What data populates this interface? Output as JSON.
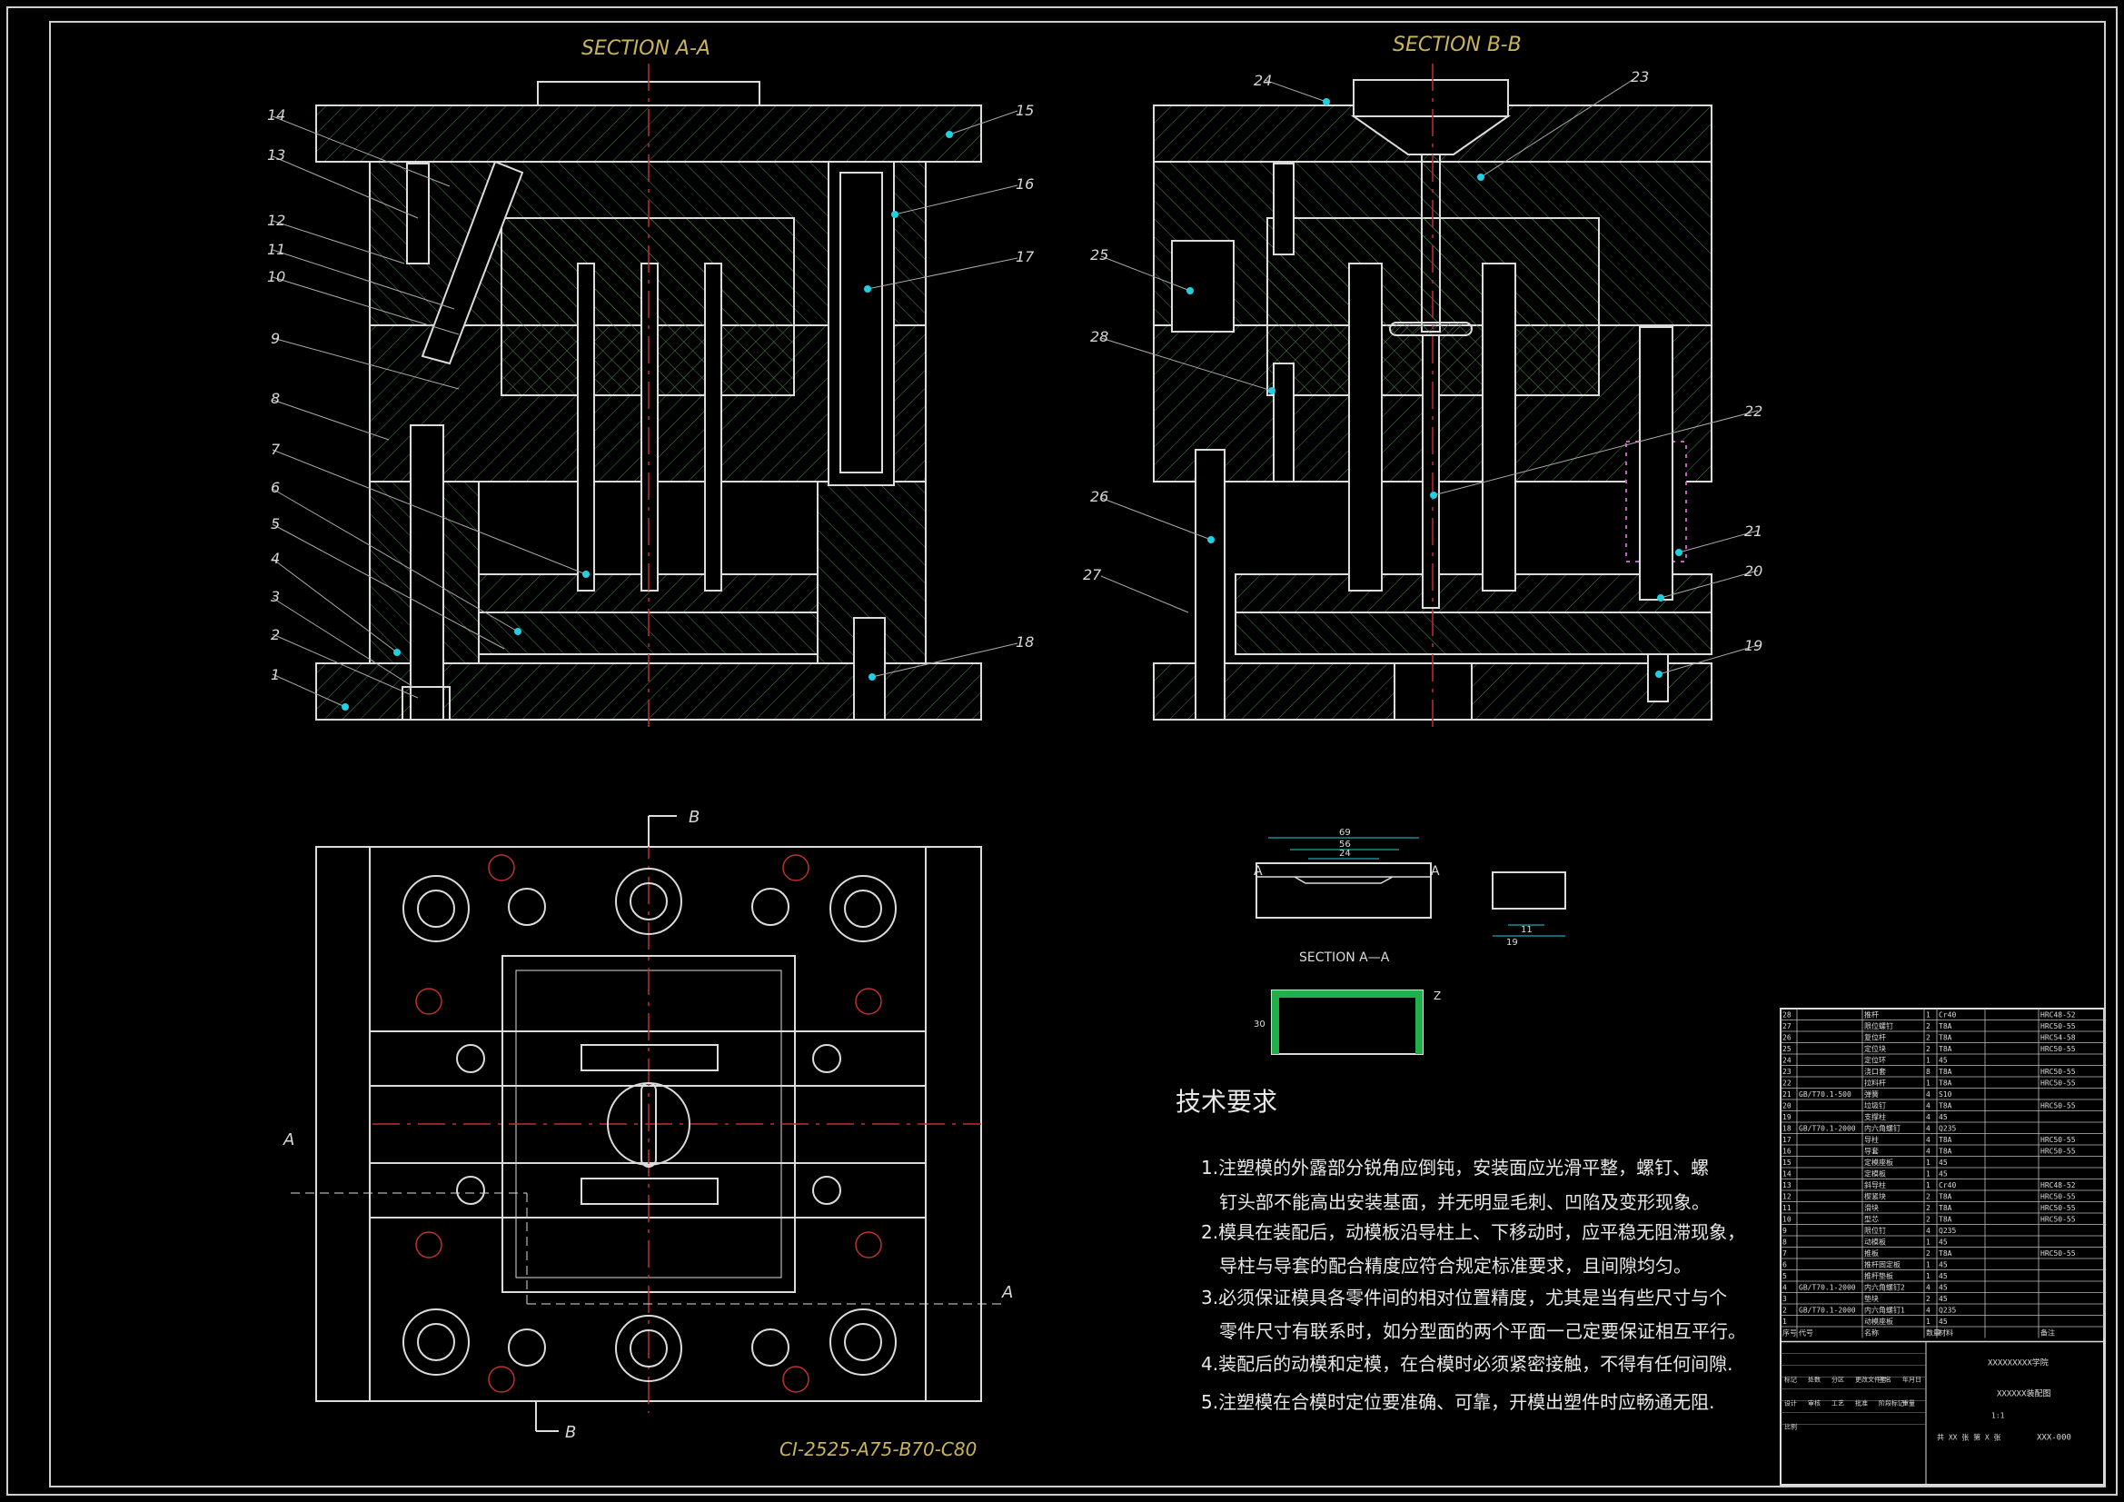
{
  "sections": {
    "section_aa_title": "SECTION A-A",
    "section_bb_title": "SECTION B-B",
    "part_section_title": "SECTION A—A",
    "mold_base_code": "CI-2525-A75-B70-C80"
  },
  "leaders_left": [
    "1",
    "2",
    "3",
    "4",
    "5",
    "6",
    "7",
    "8",
    "9",
    "10",
    "11",
    "12",
    "13",
    "14",
    "15",
    "16",
    "17",
    "18"
  ],
  "leaders_right": [
    "19",
    "20",
    "21",
    "22",
    "23",
    "24",
    "25",
    "26",
    "27",
    "28"
  ],
  "cut_markers": {
    "a_left": "A",
    "a_right": "A",
    "b_top": "B",
    "b_bottom": "B"
  },
  "part_views": {
    "dim_top_overall": "69",
    "dim_top_mid": "56",
    "dim_top_inner": "24",
    "dim_side_width": "19",
    "dim_side_inner": "11",
    "dim_bottom_height": "30",
    "marker_a1": "A",
    "marker_a2": "A",
    "marker_z": "Z"
  },
  "requirements": {
    "heading": "技术要求",
    "items": [
      "1.注塑模的外露部分锐角应倒钝，安装面应光滑平整，螺钉、螺",
      "钉头部不能高出安装基面，并无明显毛刺、凹陷及变形现象。",
      "2.模具在装配后，动模板沿导柱上、下移动时，应平稳无阻滞现象，",
      "导柱与导套的配合精度应符合规定标准要求，且间隙均匀。",
      "3.必须保证模具各零件间的相对位置精度，尤其是当有些尺寸与个",
      "零件尺寸有联系时，如分型面的两个平面一己定要保证相互平行。",
      "4.装配后的动模和定模，在合模时必须紧密接触，不得有任何间隙.",
      "5.注塑模在合模时定位要准确、可靠，开模出塑件时应畅通无阻."
    ]
  },
  "bom": {
    "rows": [
      {
        "no": "28",
        "std": "",
        "name": "推杆",
        "qty": "1",
        "mat": "Cr40",
        "note": "HRC48-52"
      },
      {
        "no": "27",
        "std": "",
        "name": "限位螺钉",
        "qty": "2",
        "mat": "T8A",
        "note": "HRC50-55"
      },
      {
        "no": "26",
        "std": "",
        "name": "复位杆",
        "qty": "2",
        "mat": "T8A",
        "note": "HRC54-58"
      },
      {
        "no": "25",
        "std": "",
        "name": "定位块",
        "qty": "2",
        "mat": "T8A",
        "note": "HRC50-55"
      },
      {
        "no": "24",
        "std": "",
        "name": "定位环",
        "qty": "1",
        "mat": "45",
        "note": ""
      },
      {
        "no": "23",
        "std": "",
        "name": "浇口套",
        "qty": "8",
        "mat": "T8A",
        "note": "HRC50-55"
      },
      {
        "no": "22",
        "std": "",
        "name": "拉料杆",
        "qty": "1",
        "mat": "T8A",
        "note": "HRC50-55"
      },
      {
        "no": "21",
        "std": "GB/T70.1-500",
        "name": "弹簧",
        "qty": "4",
        "mat": "S10",
        "note": ""
      },
      {
        "no": "20",
        "std": "",
        "name": "垃圾钉",
        "qty": "4",
        "mat": "T8A",
        "note": "HRC50-55"
      },
      {
        "no": "19",
        "std": "",
        "name": "支撑柱",
        "qty": "4",
        "mat": "45",
        "note": ""
      },
      {
        "no": "18",
        "std": "GB/T70.1-2000",
        "name": "内六角螺钉",
        "qty": "4",
        "mat": "Q235",
        "note": ""
      },
      {
        "no": "17",
        "std": "",
        "name": "导柱",
        "qty": "4",
        "mat": "T8A",
        "note": "HRC50-55"
      },
      {
        "no": "16",
        "std": "",
        "name": "导套",
        "qty": "4",
        "mat": "T8A",
        "note": "HRC50-55"
      },
      {
        "no": "15",
        "std": "",
        "name": "定模座板",
        "qty": "1",
        "mat": "45",
        "note": ""
      },
      {
        "no": "14",
        "std": "",
        "name": "定模板",
        "qty": "1",
        "mat": "45",
        "note": ""
      },
      {
        "no": "13",
        "std": "",
        "name": "斜导柱",
        "qty": "1",
        "mat": "Cr40",
        "note": "HRC48-52"
      },
      {
        "no": "12",
        "std": "",
        "name": "楔紧块",
        "qty": "2",
        "mat": "T8A",
        "note": "HRC50-55"
      },
      {
        "no": "11",
        "std": "",
        "name": "滑块",
        "qty": "2",
        "mat": "T8A",
        "note": "HRC50-55"
      },
      {
        "no": "10",
        "std": "",
        "name": "型芯",
        "qty": "2",
        "mat": "T8A",
        "note": "HRC50-55"
      },
      {
        "no": "9",
        "std": "",
        "name": "限位钉",
        "qty": "4",
        "mat": "Q235",
        "note": ""
      },
      {
        "no": "8",
        "std": "",
        "name": "动模板",
        "qty": "1",
        "mat": "45",
        "note": ""
      },
      {
        "no": "7",
        "std": "",
        "name": "推板",
        "qty": "2",
        "mat": "T8A",
        "note": "HRC50-55"
      },
      {
        "no": "6",
        "std": "",
        "name": "推杆固定板",
        "qty": "1",
        "mat": "45",
        "note": ""
      },
      {
        "no": "5",
        "std": "",
        "name": "推杆垫板",
        "qty": "1",
        "mat": "45",
        "note": ""
      },
      {
        "no": "4",
        "std": "GB/T70.1-2000",
        "name": "内六角螺钉2",
        "qty": "4",
        "mat": "45",
        "note": ""
      },
      {
        "no": "3",
        "std": "",
        "name": "垫块",
        "qty": "2",
        "mat": "45",
        "note": ""
      },
      {
        "no": "2",
        "std": "GB/T70.1-2000",
        "name": "内六角螺钉1",
        "qty": "4",
        "mat": "Q235",
        "note": ""
      },
      {
        "no": "1",
        "std": "",
        "name": "动模座板",
        "qty": "1",
        "mat": "45",
        "note": ""
      }
    ],
    "header": {
      "no": "序号",
      "std": "代号",
      "name": "名称",
      "qty": "数量",
      "mat": "材料",
      "note": "备注"
    },
    "title_block": {
      "school": "XXXXXXXXX学院",
      "drawing_name": "XXXXXX装配图",
      "drawing_no": "XXX-000",
      "sheets": "共 XX 张  第 X 张",
      "scale": "1:1",
      "labels": [
        "标记",
        "处数",
        "分区",
        "更改文件号",
        "签名",
        "年月日",
        "设计",
        "审核",
        "工艺",
        "批准",
        "阶段标记",
        "重量",
        "比例"
      ]
    }
  }
}
